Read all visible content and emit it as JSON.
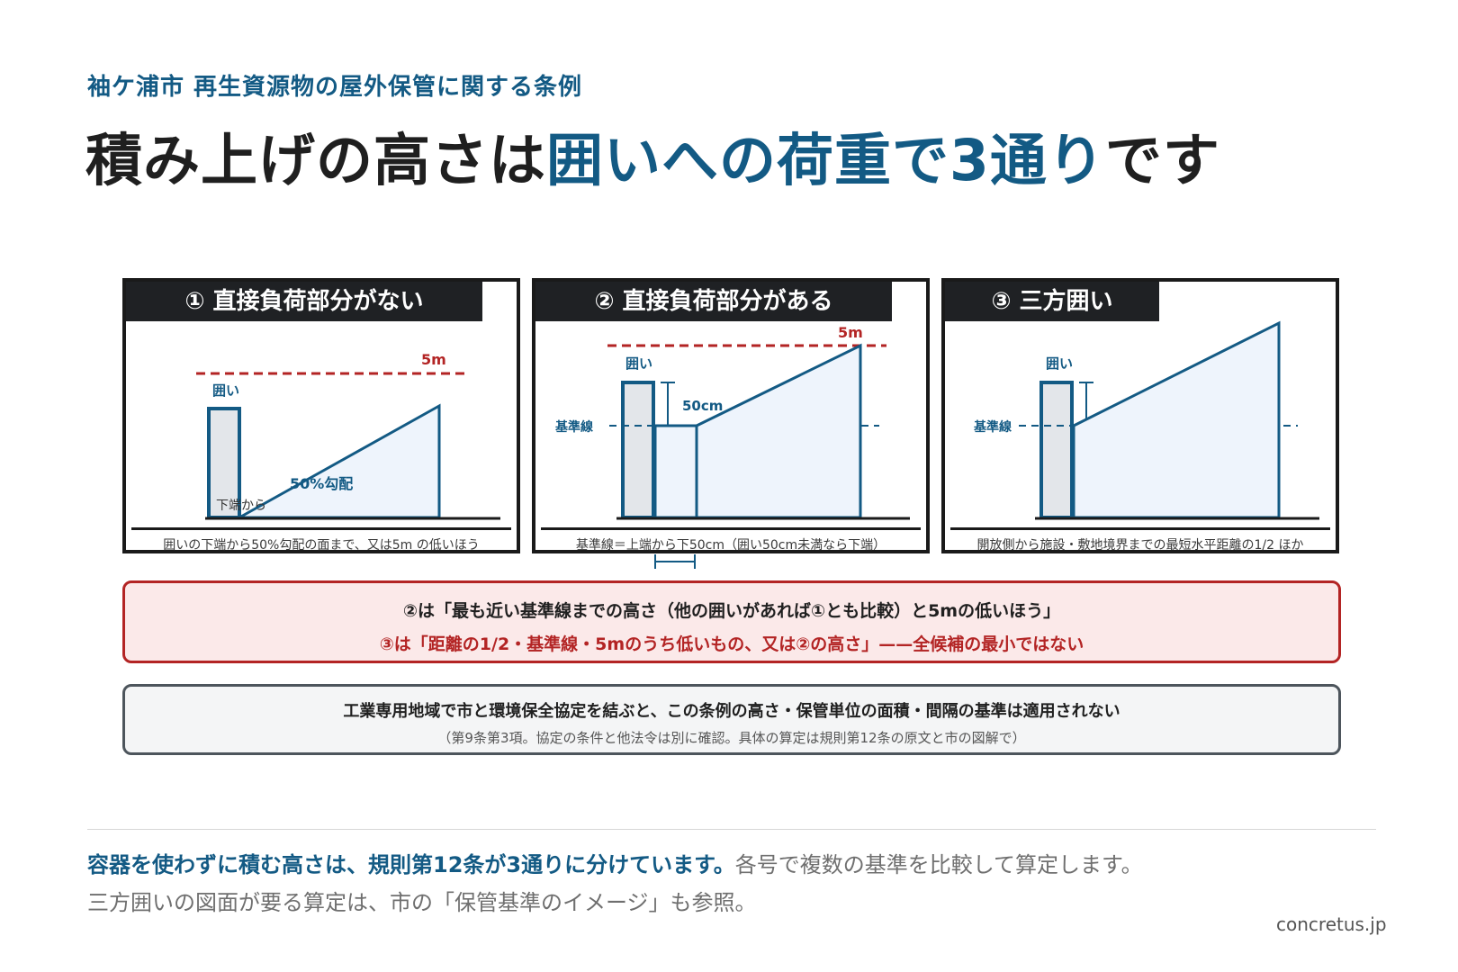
{
  "header": {
    "kicker": "袖ケ浦市 再生資源物の屋外保管に関する条例",
    "title_part1": "積み上げの高さは",
    "title_highlight": "囲いへの荷重で3通り",
    "title_part2": "です"
  },
  "panels": [
    {
      "tag": "① 直接負荷部分がない",
      "label_5m": "5m",
      "label_fence": "囲い",
      "label_slope": "50%勾配",
      "label_bottom": "下端から",
      "caption": "囲いの下端から50%勾配の面まで、又は5m の低いほう"
    },
    {
      "tag": "② 直接負荷部分がある",
      "label_5m": "5m",
      "label_fence": "囲い",
      "label_50cm": "50cm",
      "label_baseline": "基準線",
      "caption": "基準線＝上端から下50cm（囲い50cm未満なら下端）"
    },
    {
      "tag": "③ 三方囲い",
      "label_fence": "囲い",
      "label_baseline": "基準線",
      "caption": "開放側から施設・敷地境界までの最短水平距離の1/2 ほか"
    }
  ],
  "note_red": {
    "line1": "②は「最も近い基準線までの高さ（他の囲いがあれば①とも比較）と5mの低いほう」",
    "line2": "③は「距離の1/2・基準線・5mのうち低いもの、又は②の高さ」——全候補の最小ではない"
  },
  "note_gray": {
    "line1": "工業専用地域で市と環境保全協定を結ぶと、この条例の高さ・保管単位の面積・間隔の基準は適用されない",
    "line2": "（第9条第3項。協定の条件と他法令は別に確認。具体の算定は規則第12条の原文と市の図解で）"
  },
  "footer": {
    "strong": "容器を使わずに積む高さは、規則第12条が3通りに分けています。",
    "rest": "各号で複数の基準を比較して算定します。三方囲いの図面が要る算定は、市の「保管基準のイメージ」も参照。"
  },
  "brand": "concretus.jp",
  "colors": {
    "accent": "#135a84",
    "danger": "#b32424",
    "fence_fill": "#e3e6ea",
    "load_fill": "#eef4fc"
  }
}
